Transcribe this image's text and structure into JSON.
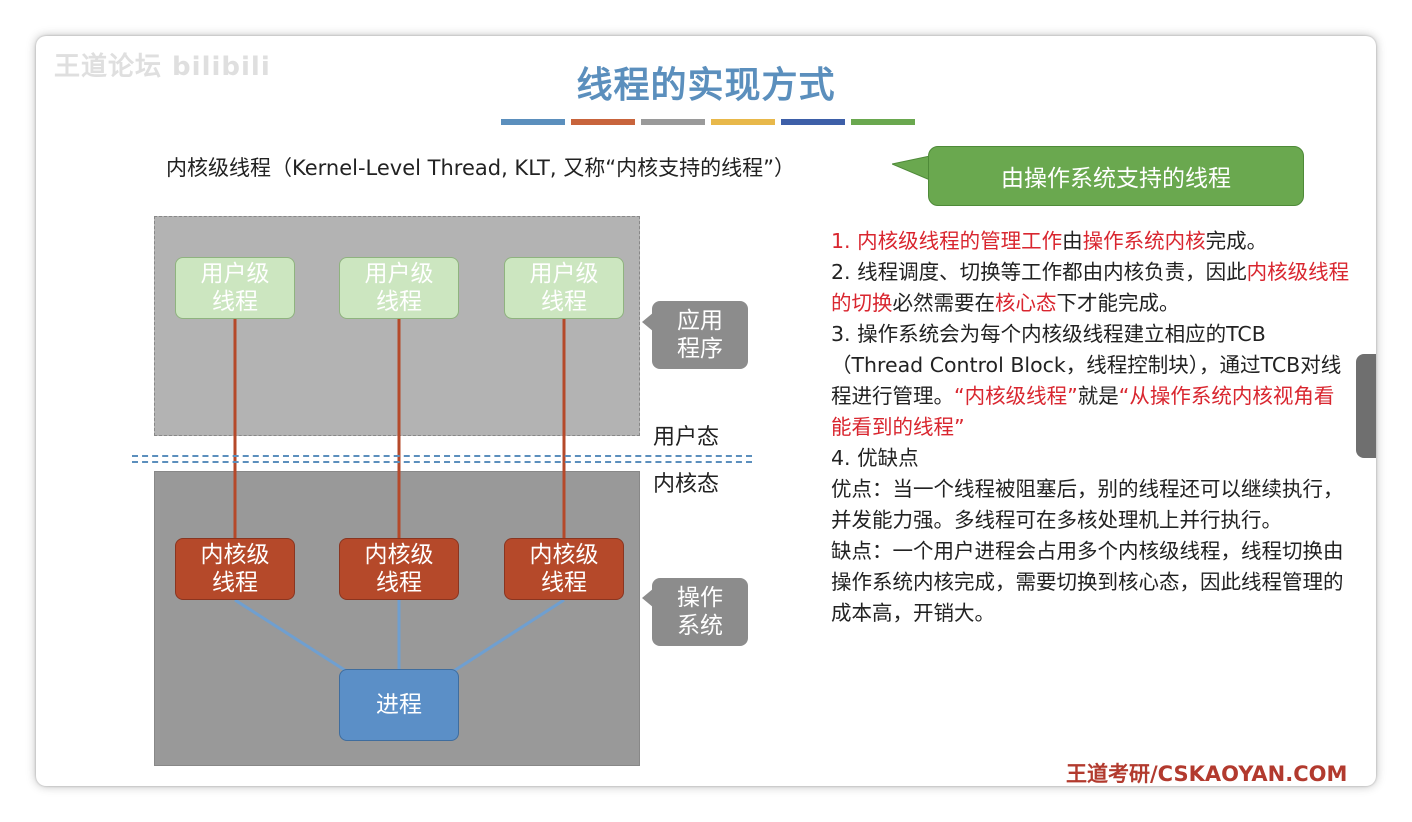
{
  "watermark": "王道论坛 bilibili",
  "title": "线程的实现方式",
  "accent_colors": [
    "#5b8fbd",
    "#c8643c",
    "#9a9a9a",
    "#e8b84a",
    "#3d5fa8",
    "#6aa84f"
  ],
  "subtitle": "内核级线程（Kernel-Level Thread, KLT, 又称“内核支持的线程”）",
  "callout": "由操作系统支持的线程",
  "diagram": {
    "user_threads": [
      "用户级\n线程",
      "用户级\n线程",
      "用户级\n线程"
    ],
    "kernel_threads": [
      "内核级\n线程",
      "内核级\n线程",
      "内核级\n线程"
    ],
    "process": "进程",
    "tag_app": "应用\n程序",
    "tag_os": "操作\n系统",
    "user_mode": "用户态",
    "kernel_mode": "内核态"
  },
  "points": {
    "p1_a": "1. 内核级线程的管理工作",
    "p1_b": "由",
    "p1_c": "操作系统内核",
    "p1_d": "完成。",
    "p2_a": "2. 线程调度、切换等工作都由内核负责，因此",
    "p2_b": "内核级线程的切换",
    "p2_c": "必然需要在",
    "p2_d": "核心态",
    "p2_e": "下才能完成。",
    "p3_a": "3. 操作系统会为每个内核级线程建立相应的TCB（Thread Control Block，线程控制块），通过TCB对线程进行管理。",
    "p3_b": "“内核级线程”",
    "p3_c": "就是",
    "p3_d": "“从操作系统内核视角看能看到的线程”",
    "p4_title": "4. 优缺点",
    "p4_pros": "优点：当一个线程被阻塞后，别的线程还可以继续执行，并发能力强。多线程可在多核处理机上并行执行。",
    "p4_cons": "缺点：一个用户进程会占用多个内核级线程，线程切换由操作系统内核完成，需要切换到核心态，因此线程管理的成本高，开销大。"
  },
  "footer": "王道考研/CSKAOYAN.COM"
}
